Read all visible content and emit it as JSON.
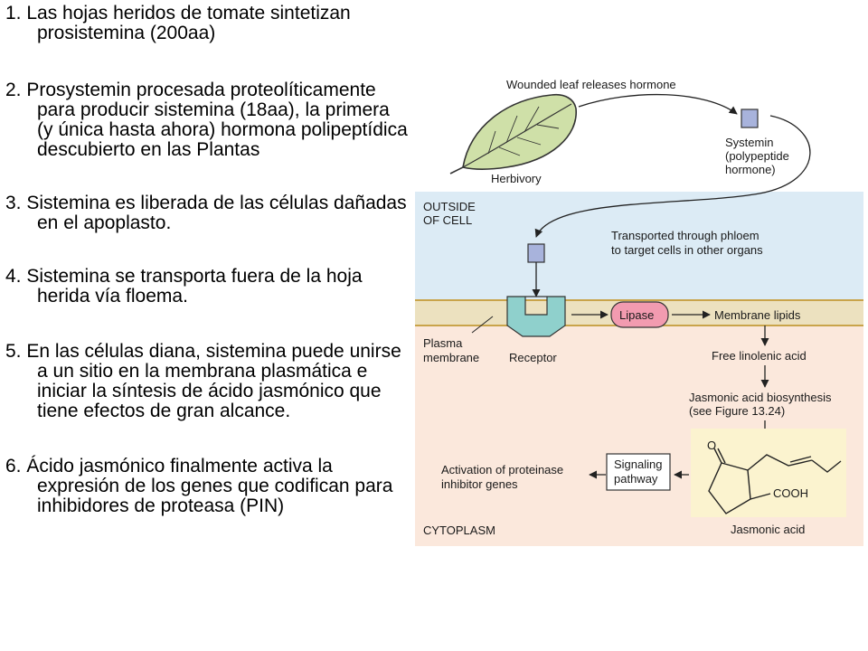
{
  "text_points": [
    "1. Las hojas heridos de tomate sintetizan prosistemina (200aa)",
    "2. Prosystemin procesada proteolíticamente para producir sistemina (18aa), la primera (y única hasta ahora) hormona polipeptídica descubierto en las Plantas",
    "3. Sistemina es liberada de las células dañadas en el apoplasto.",
    "4. Sistemina se transporta fuera de la hoja herida vía floema.",
    "5. En las células diana, sistemina puede unirse a un sitio en la membrana plasmática e iniciar la síntesis de ácido jasmónico que tiene efectos de gran alcance.",
    "6. Ácido jasmónico finalmente activa la expresión de los genes que codifican para inhibidores de proteasa (PIN)"
  ],
  "figure": {
    "wounded_leaf": "Wounded leaf releases hormone",
    "herbivory": "Herbivory",
    "systemin": [
      "Systemin",
      "(polypeptide",
      "hormone)"
    ],
    "outside": [
      "OUTSIDE",
      "OF CELL"
    ],
    "transported": [
      "Transported through phloem",
      "to target cells in other organs"
    ],
    "lipase": "Lipase",
    "membrane_lipids": "Membrane lipids",
    "plasma_membrane": [
      "Plasma",
      "membrane"
    ],
    "receptor": "Receptor",
    "free_linolenic": "Free linolenic acid",
    "ja_biosynthesis": [
      "Jasmonic acid biosynthesis",
      "(see Figure 13.24)"
    ],
    "signaling": [
      "Signaling",
      "pathway"
    ],
    "activation": [
      "Activation of proteinase",
      "inhibitor genes"
    ],
    "cooh": "COOH",
    "oxygen": "O",
    "cytoplasm": "CYTOPLASM",
    "jasmonic_acid": "Jasmonic acid"
  },
  "colors": {
    "outside_bg": "#dcebf5",
    "cytoplasm_bg": "#fbe8dc",
    "membrane_fill": "#ece1bf",
    "membrane_line": "#c9a44a",
    "receptor": "#8fd0cc",
    "lipase": "#f29bb0",
    "systemin_square": "#a8b3dc",
    "structure_bg": "#fbf3cf",
    "leaf": "#cfe0a8"
  }
}
